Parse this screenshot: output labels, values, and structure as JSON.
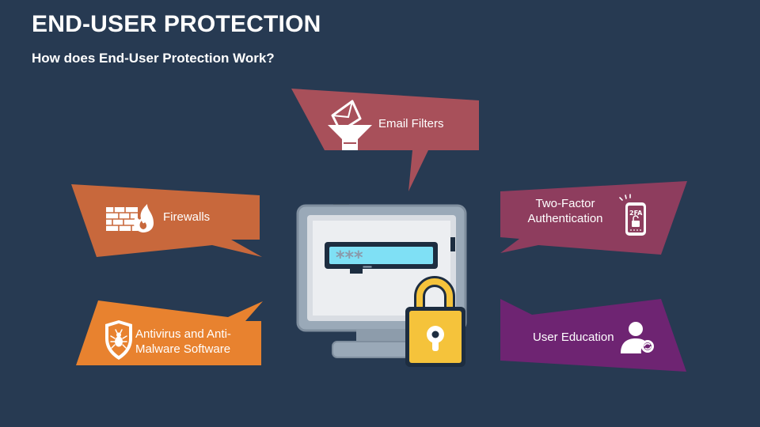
{
  "page": {
    "title": "END-USER PROTECTION",
    "subtitle": "How does End-User Protection Work?"
  },
  "items": [
    {
      "label": "Email Filters",
      "icon": "email-filter-icon",
      "color": "#a8505a"
    },
    {
      "label": "Firewalls",
      "icon": "firewall-icon",
      "color": "#c8683c"
    },
    {
      "label": "Two-Factor Authentication",
      "icon": "2fa-phone-icon",
      "color": "#8e3d5e"
    },
    {
      "label": "Antivirus and Anti-Malware Software",
      "icon": "shield-bug-icon",
      "color": "#e8822f"
    },
    {
      "label": "User Education",
      "icon": "user-education-icon",
      "color": "#6e2472"
    }
  ],
  "center": {
    "icon": "monitor-password-lock-icon",
    "password_glyph": "***_",
    "phone_badge": "2FA"
  }
}
